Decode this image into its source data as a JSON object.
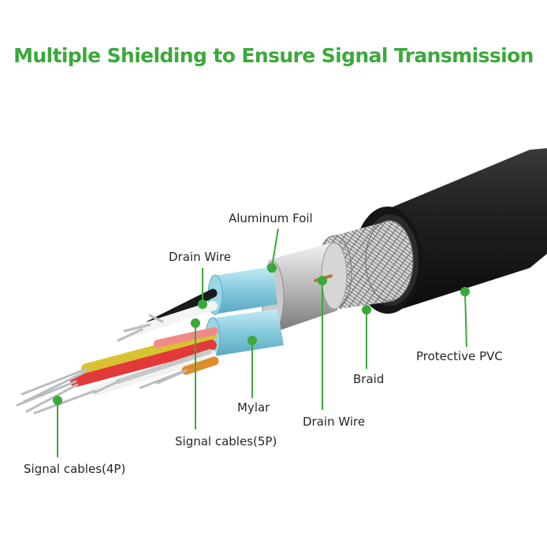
{
  "title": "Multiple Shielding to Ensure Signal Transmission",
  "labels": {
    "aluminum_foil": "Aluminum Foil",
    "drain_wire_top": "Drain Wire",
    "protective_pvc": "Protective PVC",
    "braid": "Braid",
    "drain_wire_bottom": "Drain Wire",
    "mylar": "Mylar",
    "signal_cables_5p": "Signal cables(5P)",
    "signal_cables_4p": "Signal cables(4P)"
  },
  "colors": {
    "accent": "#3aa93a",
    "label_text": "#262626",
    "pvc_jacket": "#1c1c1c",
    "mylar": "#8fd0e2",
    "red_wire": "#e23a3a",
    "yellow_wire": "#d8c233",
    "orange_wire": "#e08c2c"
  }
}
